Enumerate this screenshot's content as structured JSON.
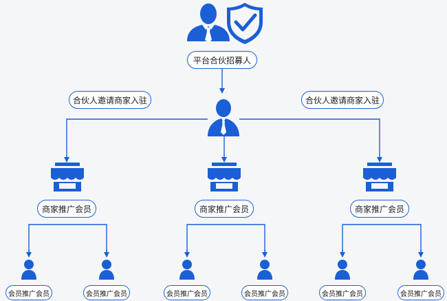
{
  "colors": {
    "primary": "#1a5fd6",
    "text": "#1a1a1a",
    "background": "#f5f6f8"
  },
  "icons": {
    "top": [
      "businessman-icon",
      "shield-check-icon"
    ],
    "partner": "person-with-tie-icon",
    "store": "storefront-icon",
    "member": "person-icon"
  },
  "top_label": "平台合伙招募人",
  "partner_invite_left": "合伙人邀请商家入驻",
  "partner_invite_right": "合伙人邀请商家入驻",
  "merchants": [
    {
      "label": "商家推广会员",
      "members": [
        "会员推广会员",
        "会员推广会员"
      ]
    },
    {
      "label": "商家推广会员",
      "members": [
        "会员推广会员",
        "会员推广会员"
      ]
    },
    {
      "label": "商家推广会员",
      "members": [
        "会员推广会员",
        "会员推广会员"
      ]
    }
  ]
}
